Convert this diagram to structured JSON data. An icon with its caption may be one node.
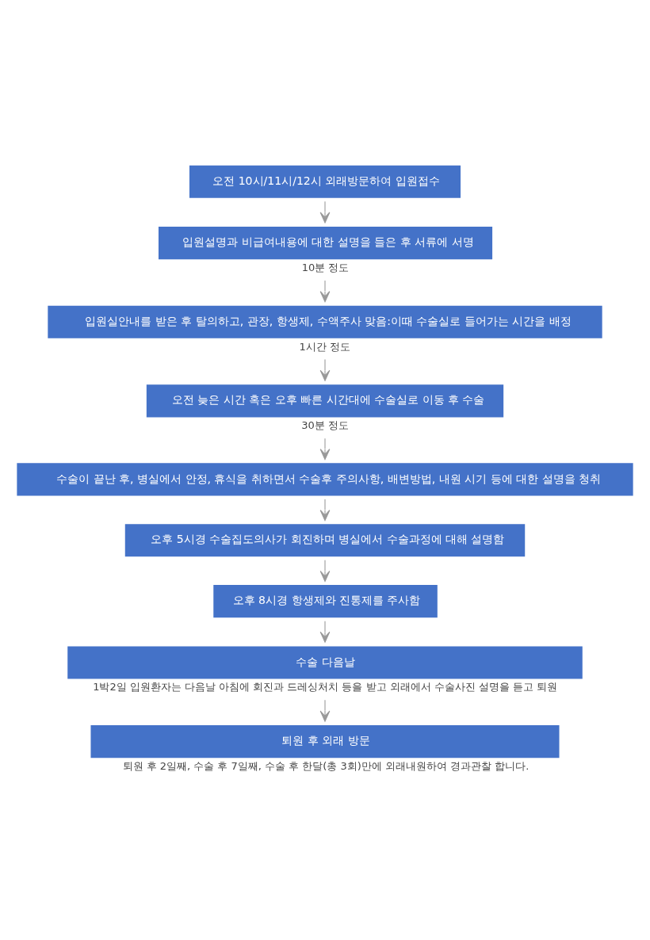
{
  "diagram": {
    "nodes": [
      {
        "text": [
          "오전 10시/11시/12시 외래방문하여 입원접수"
        ]
      },
      {
        "text": [
          "입원설명과 비급여내용에 대한 설명을 들은 후 서류에 서명"
        ],
        "beside": [
          "10분 정도"
        ]
      },
      {
        "text": [
          "입원실안내를 받은 후 탈의하고, 관장, 항생제, 수액주사 맞음:이때 수술실로 들어가는 시간을 배정"
        ],
        "beside": [
          "1시간 정도"
        ]
      },
      {
        "text": [
          "오전 늦은 시간 혹은 오후 빠른 시간대에 수술실로 이동 후 수술"
        ],
        "beside": [
          "30분 정도"
        ]
      },
      {
        "text": [
          "수술이 끝난 후, 병실에서 안정, 휴식을 취하면서 수술후 주의사항, 배변방법, 내원 시기 등에 대한 설명을 청취"
        ]
      },
      {
        "text": [
          "오후 5시경 수술집도의사가 회진하며 병실에서 수술과정에 대해 설명함"
        ]
      },
      {
        "text": [
          "오후 8시경 항생제와 진통제를 주사함"
        ]
      },
      {
        "text": [
          "수술 다음날"
        ],
        "beside": [
          "1박2일 입원환자는 다음날 아침에 회진과 드레싱처치 등을 받고 외래에서 수술사진 설명을 듣고 퇴원"
        ]
      },
      {
        "text": [
          "퇴원 후 외래 방문"
        ],
        "beside": [
          "퇴원 후 2일째, 수술 후 7일째, 수술 후 한달(총 3회)만에 외래내원하여 경과관찰 합니다."
        ]
      }
    ],
    "edges": [
      {
        "from": 0,
        "to": 1,
        "arrow": "to"
      },
      {
        "from": 1,
        "to": 2,
        "arrow": "to"
      },
      {
        "from": 2,
        "to": 3,
        "arrow": "to"
      },
      {
        "from": 3,
        "to": 4,
        "arrow": "to"
      },
      {
        "from": 4,
        "to": 5,
        "arrow": "to"
      },
      {
        "from": 5,
        "to": 6,
        "arrow": "to"
      },
      {
        "from": 6,
        "to": 7,
        "arrow": "to"
      },
      {
        "from": 7,
        "to": 8,
        "arrow": "to"
      }
    ]
  }
}
